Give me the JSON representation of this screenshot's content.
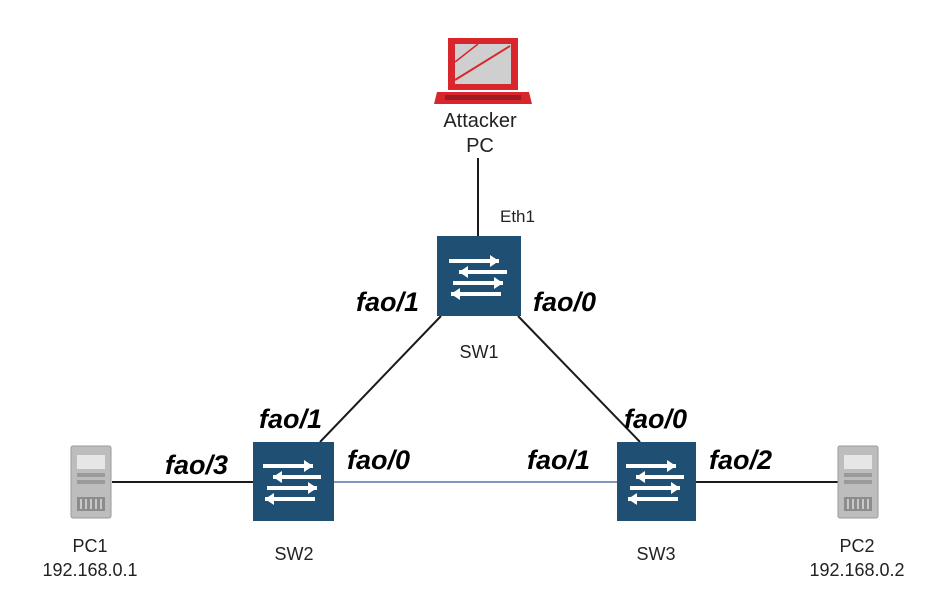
{
  "colors": {
    "switch": "#1f4f72",
    "attacker": "#d9262c",
    "server": "#b7b7b7",
    "link": "#1a1a1a",
    "link_sw2_sw3": "#5677a8"
  },
  "icons": {
    "attacker": "laptop-icon",
    "switch": "switch-icon",
    "pc": "server-tower-icon"
  },
  "nodes": {
    "attacker": {
      "line1": "Attacker",
      "line2": "PC",
      "port": "Eth1"
    },
    "sw1": {
      "label": "SW1",
      "port_left": "fao/1",
      "port_right": "fao/0"
    },
    "sw2": {
      "label": "SW2",
      "port_top": "fao/1",
      "port_left": "fao/3",
      "port_right": "fao/0"
    },
    "sw3": {
      "label": "SW3",
      "port_top": "fao/0",
      "port_left": "fao/1",
      "port_right": "fao/2"
    },
    "pc1": {
      "label": "PC1",
      "ip": "192.168.0.1"
    },
    "pc2": {
      "label": "PC2",
      "ip": "192.168.0.2"
    }
  },
  "links": [
    {
      "from": "attacker",
      "to": "sw1",
      "from_port": "",
      "to_port": "Eth1"
    },
    {
      "from": "sw1",
      "to": "sw2",
      "from_port": "fao/1",
      "to_port": "fao/1"
    },
    {
      "from": "sw1",
      "to": "sw3",
      "from_port": "fao/0",
      "to_port": "fao/0"
    },
    {
      "from": "sw2",
      "to": "sw3",
      "from_port": "fao/0",
      "to_port": "fao/1"
    },
    {
      "from": "pc1",
      "to": "sw2",
      "from_port": "",
      "to_port": "fao/3"
    },
    {
      "from": "sw3",
      "to": "pc2",
      "from_port": "fao/2",
      "to_port": ""
    }
  ]
}
